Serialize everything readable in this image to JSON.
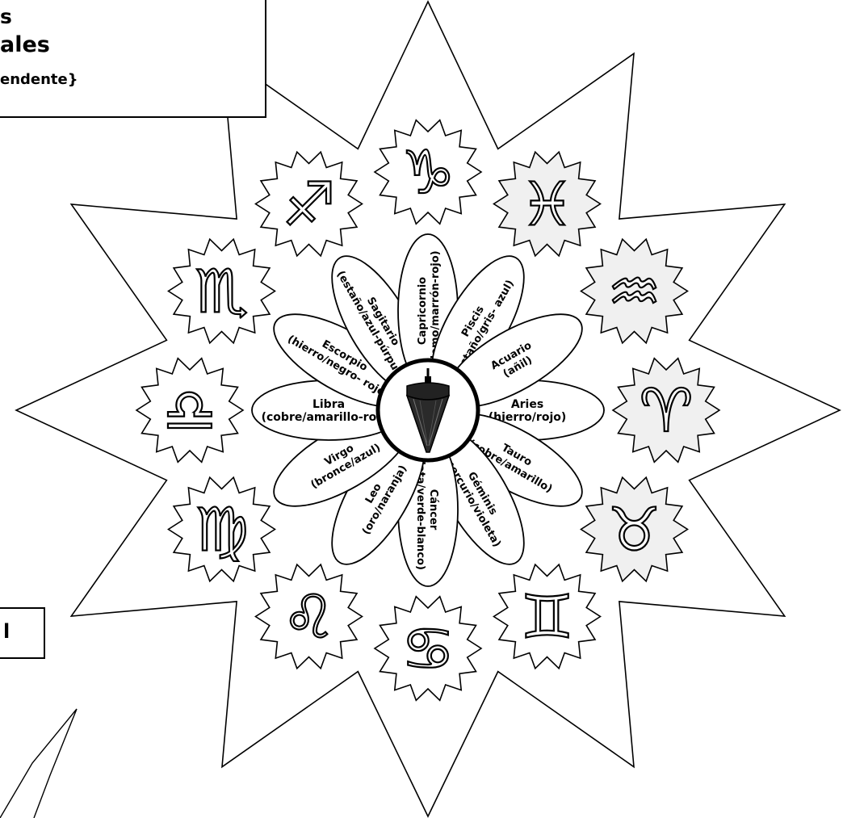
{
  "title": {
    "line1": "s",
    "line2": "ales",
    "line3": "endente}"
  },
  "side_box_text": "l",
  "center_icon": "pendulum-icon",
  "signs": [
    {
      "id": "aries",
      "name": "Aries",
      "detail": "(hierro/rojo)",
      "glyph": "♈",
      "icon": "aries-icon"
    },
    {
      "id": "tauro",
      "name": "Tauro",
      "detail": "(cobre/amarillo)",
      "glyph": "♉",
      "icon": "taurus-icon"
    },
    {
      "id": "geminis",
      "name": "Géminis",
      "detail": "(mercurio/violeta)",
      "glyph": "♊",
      "icon": "gemini-icon"
    },
    {
      "id": "cancer",
      "name": "Cáncer",
      "detail": "(plata/verde-blanco)",
      "glyph": "♋",
      "icon": "cancer-icon"
    },
    {
      "id": "leo",
      "name": "Leo",
      "detail": "(oro/naranja)",
      "glyph": "♌",
      "icon": "leo-icon"
    },
    {
      "id": "virgo",
      "name": "Virgo",
      "detail": "(bronce/azul)",
      "glyph": "♍",
      "icon": "virgo-icon"
    },
    {
      "id": "libra",
      "name": "Libra",
      "detail": "(cobre/amarillo-rosa)",
      "glyph": "♎",
      "icon": "libra-icon"
    },
    {
      "id": "escorpio",
      "name": "Escorpio",
      "detail": "(hierro/negro- rojo)",
      "glyph": "♏",
      "icon": "scorpio-icon"
    },
    {
      "id": "sagitario",
      "name": "Sagitario",
      "detail": "(estaño/azul-púrpura)",
      "glyph": "♐",
      "icon": "sagittarius-icon"
    },
    {
      "id": "capricornio",
      "name": "Capricornio",
      "detail": "(plomo/marrón-rojo)",
      "glyph": "♑",
      "icon": "capricorn-icon"
    },
    {
      "id": "piscis",
      "name": "Piscis",
      "detail": "(estaño/gris- azul)",
      "glyph": "♓",
      "icon": "pisces-icon"
    },
    {
      "id": "acuario",
      "name": "Acuario",
      "detail": "(añil)",
      "glyph": "♒",
      "icon": "aquarius-icon"
    }
  ]
}
